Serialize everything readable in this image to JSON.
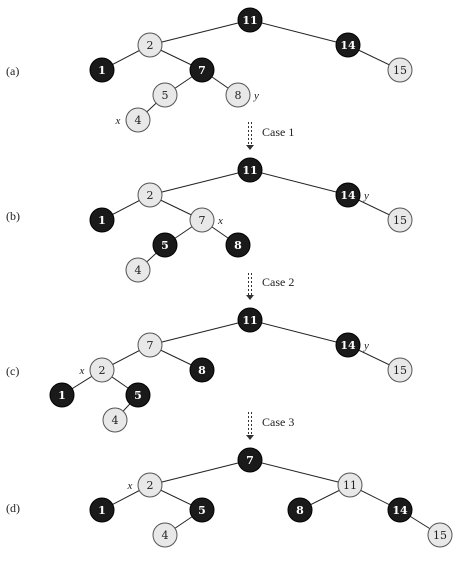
{
  "colors": {
    "black_node": "#1a1a1a",
    "red_node": "#e8e8e8"
  },
  "panels": [
    {
      "label": "(a)",
      "nodes": [
        {
          "id": "n11",
          "key": "11",
          "color": "black"
        },
        {
          "id": "n2",
          "key": "2",
          "color": "red"
        },
        {
          "id": "n14",
          "key": "14",
          "color": "black"
        },
        {
          "id": "n1",
          "key": "1",
          "color": "black"
        },
        {
          "id": "n7",
          "key": "7",
          "color": "black"
        },
        {
          "id": "n15",
          "key": "15",
          "color": "red"
        },
        {
          "id": "n5",
          "key": "5",
          "color": "red"
        },
        {
          "id": "n8",
          "key": "8",
          "color": "red"
        },
        {
          "id": "n4",
          "key": "4",
          "color": "red"
        }
      ],
      "edges": [
        [
          "n11",
          "n2"
        ],
        [
          "n11",
          "n14"
        ],
        [
          "n2",
          "n1"
        ],
        [
          "n2",
          "n7"
        ],
        [
          "n14",
          "n15"
        ],
        [
          "n7",
          "n5"
        ],
        [
          "n7",
          "n8"
        ],
        [
          "n5",
          "n4"
        ]
      ],
      "pointers": [
        {
          "node": "n4",
          "text": "x",
          "side": "left"
        },
        {
          "node": "n8",
          "text": "y",
          "side": "right"
        }
      ]
    },
    {
      "label": "(b)",
      "nodes": [
        {
          "id": "n11",
          "key": "11",
          "color": "black"
        },
        {
          "id": "n2",
          "key": "2",
          "color": "red"
        },
        {
          "id": "n14",
          "key": "14",
          "color": "black"
        },
        {
          "id": "n1",
          "key": "1",
          "color": "black"
        },
        {
          "id": "n7",
          "key": "7",
          "color": "red"
        },
        {
          "id": "n15",
          "key": "15",
          "color": "red"
        },
        {
          "id": "n5",
          "key": "5",
          "color": "black"
        },
        {
          "id": "n8",
          "key": "8",
          "color": "black"
        },
        {
          "id": "n4",
          "key": "4",
          "color": "red"
        }
      ],
      "edges": [
        [
          "n11",
          "n2"
        ],
        [
          "n11",
          "n14"
        ],
        [
          "n2",
          "n1"
        ],
        [
          "n2",
          "n7"
        ],
        [
          "n14",
          "n15"
        ],
        [
          "n7",
          "n5"
        ],
        [
          "n7",
          "n8"
        ],
        [
          "n5",
          "n4"
        ]
      ],
      "pointers": [
        {
          "node": "n7",
          "text": "x",
          "side": "right"
        },
        {
          "node": "n14",
          "text": "y",
          "side": "right"
        }
      ]
    },
    {
      "label": "(c)",
      "nodes": [
        {
          "id": "n11",
          "key": "11",
          "color": "black"
        },
        {
          "id": "n7",
          "key": "7",
          "color": "red"
        },
        {
          "id": "n14",
          "key": "14",
          "color": "black"
        },
        {
          "id": "n2",
          "key": "2",
          "color": "red"
        },
        {
          "id": "n8",
          "key": "8",
          "color": "black"
        },
        {
          "id": "n15",
          "key": "15",
          "color": "red"
        },
        {
          "id": "n1",
          "key": "1",
          "color": "black"
        },
        {
          "id": "n5",
          "key": "5",
          "color": "black"
        },
        {
          "id": "n4",
          "key": "4",
          "color": "red"
        }
      ],
      "edges": [
        [
          "n11",
          "n7"
        ],
        [
          "n11",
          "n14"
        ],
        [
          "n7",
          "n2"
        ],
        [
          "n7",
          "n8"
        ],
        [
          "n14",
          "n15"
        ],
        [
          "n2",
          "n1"
        ],
        [
          "n2",
          "n5"
        ],
        [
          "n5",
          "n4"
        ]
      ],
      "pointers": [
        {
          "node": "n2",
          "text": "x",
          "side": "left"
        },
        {
          "node": "n14",
          "text": "y",
          "side": "right"
        }
      ]
    },
    {
      "label": "(d)",
      "nodes": [
        {
          "id": "n7",
          "key": "7",
          "color": "black"
        },
        {
          "id": "n2",
          "key": "2",
          "color": "red"
        },
        {
          "id": "n11",
          "key": "11",
          "color": "red"
        },
        {
          "id": "n1",
          "key": "1",
          "color": "black"
        },
        {
          "id": "n5",
          "key": "5",
          "color": "black"
        },
        {
          "id": "n8",
          "key": "8",
          "color": "black"
        },
        {
          "id": "n14",
          "key": "14",
          "color": "black"
        },
        {
          "id": "n4",
          "key": "4",
          "color": "red"
        },
        {
          "id": "n15",
          "key": "15",
          "color": "red"
        }
      ],
      "edges": [
        [
          "n7",
          "n2"
        ],
        [
          "n7",
          "n11"
        ],
        [
          "n2",
          "n1"
        ],
        [
          "n2",
          "n5"
        ],
        [
          "n11",
          "n8"
        ],
        [
          "n11",
          "n14"
        ],
        [
          "n5",
          "n4"
        ],
        [
          "n14",
          "n15"
        ]
      ],
      "pointers": [
        {
          "node": "n2",
          "text": "x",
          "side": "left"
        }
      ]
    }
  ],
  "transitions": [
    {
      "label": "Case 1"
    },
    {
      "label": "Case 2"
    },
    {
      "label": "Case 3"
    }
  ]
}
